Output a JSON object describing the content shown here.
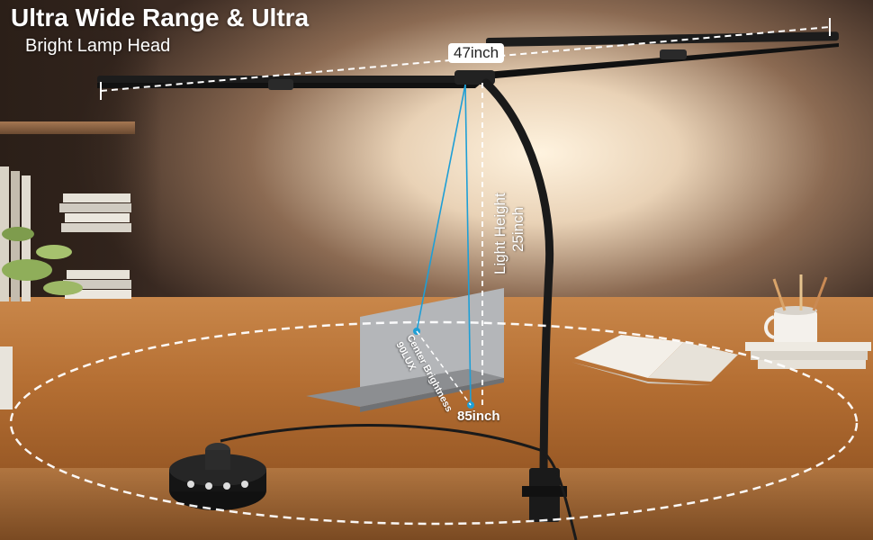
{
  "headline": {
    "title": "Ultra Wide Range & Ultra",
    "subtitle": "Bright Lamp Head"
  },
  "measurements": {
    "width_label": "47inch",
    "height_line1": "Light Height",
    "height_line2": "25inch",
    "center_line1": "Center Brightness",
    "center_line2": "90LUX",
    "range_label": "85inch"
  },
  "colors": {
    "lamp": "#1c1c1c",
    "measure_line": "#ffffff",
    "beam_line": "#1e9fd6"
  }
}
